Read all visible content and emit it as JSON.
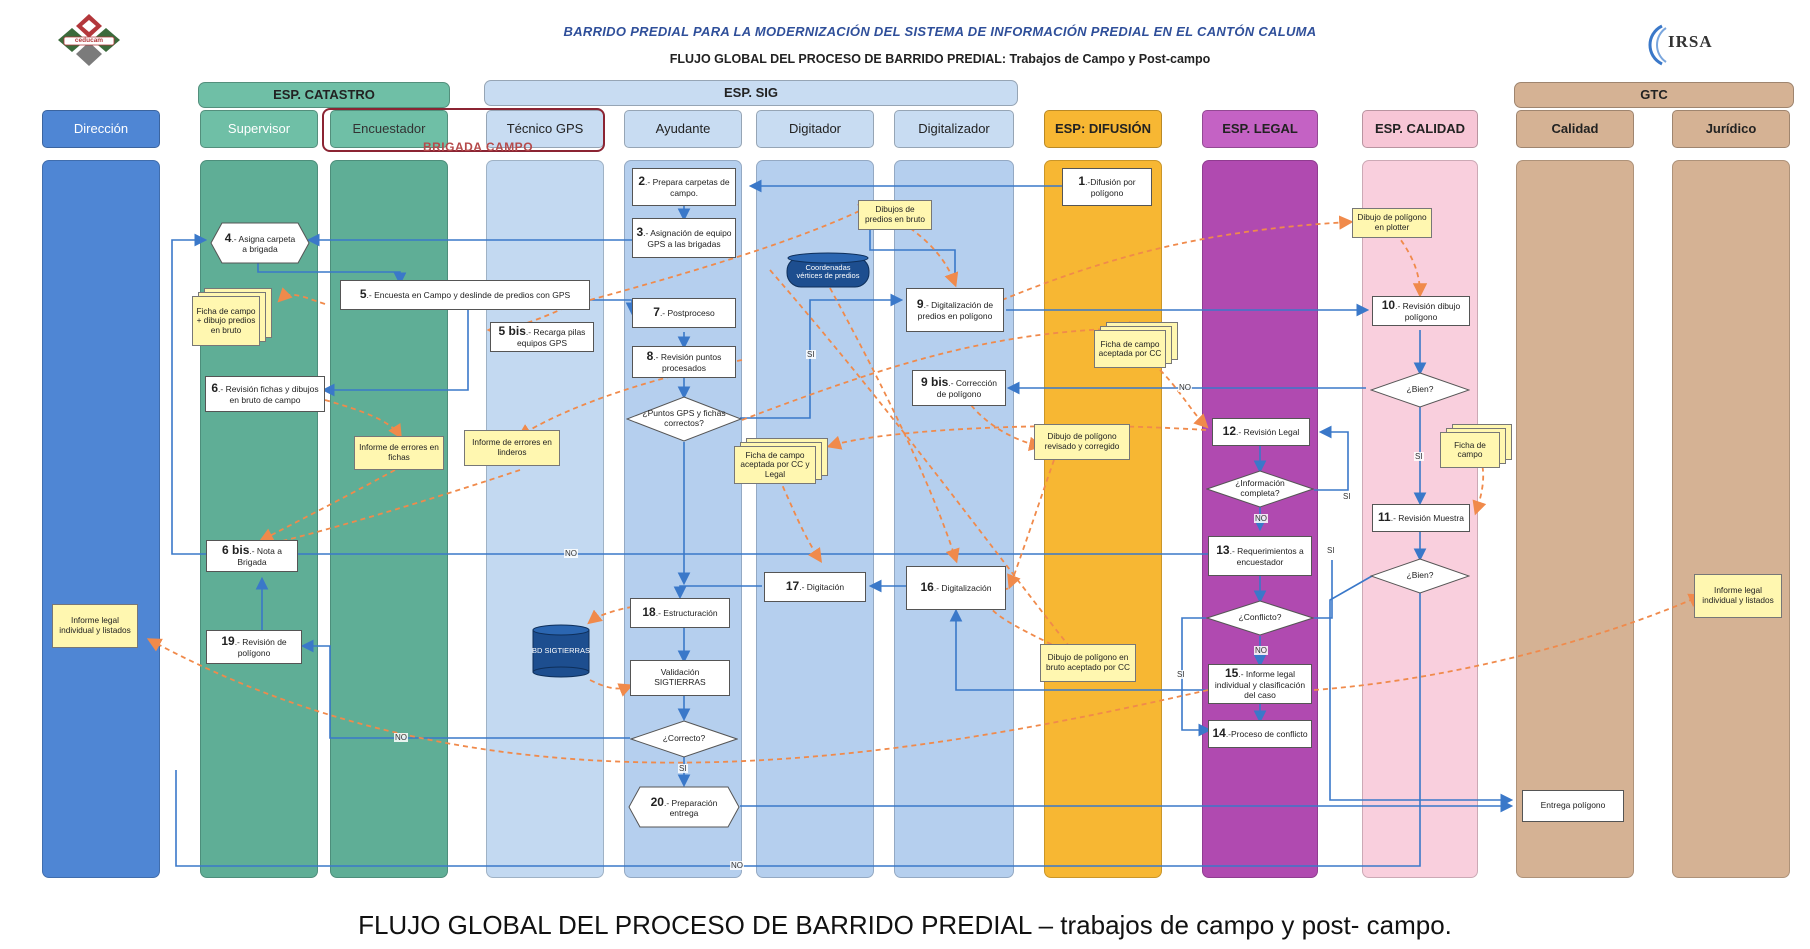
{
  "header": {
    "title_main": "BARRIDO PREDIAL PARA LA MODERNIZACIÓN DEL SISTEMA DE INFORMACIÓN PREDIAL EN EL CANTÓN CALUMA",
    "title_sub": "FLUJO GLOBAL DEL PROCESO DE BARRIDO PREDIAL: Trabajos de Campo y Post-campo",
    "logo_left_text": "ceducam",
    "logo_right_text": "IRSA"
  },
  "groups": {
    "catastro": "ESP. CATASTRO",
    "sig": "ESP. SIG",
    "gtc": "GTC"
  },
  "lanes": {
    "direccion": "Dirección",
    "supervisor": "Supervisor",
    "encuestador": "Encuestador",
    "tecnico_gps": "Técnico GPS",
    "ayudante": "Ayudante",
    "digitador": "Digitador",
    "digitalizador": "Digitalizador",
    "difusion": "ESP: DIFUSIÓN",
    "legal": "ESP. LEGAL",
    "esp_calidad": "ESP. CALIDAD",
    "calidad": "Calidad",
    "juridico": "Jurídico"
  },
  "brigada": "BRIGADA CAMPO",
  "steps": {
    "s1_num": "1",
    "s1": ".-Difusión por polígono",
    "s2_num": "2",
    "s2": ".- Prepara carpetas de campo.",
    "s3_num": "3",
    "s3": ".- Asignación de equipo GPS a las brigadas",
    "s4_num": "4",
    "s4": ".- Asigna carpeta a brigada",
    "s5_num": "5",
    "s5": ".- Encuesta en Campo y deslinde de predios con GPS",
    "s5b_num": "5 bis",
    "s5b": ".- Recarga pilas equipos GPS",
    "s6_num": "6",
    "s6": ".- Revisión fichas y dibujos en bruto de campo",
    "s6b_num": "6 bis",
    "s6b": ".- Nota a Brigada",
    "s7_num": "7",
    "s7": ".- Postproceso",
    "s8_num": "8",
    "s8": ".- Revisión puntos procesados",
    "s9_num": "9",
    "s9": ".- Digitalización de predios en polígono",
    "s9b_num": "9 bis",
    "s9b": ".- Corrección de polígono",
    "s10_num": "10",
    "s10": ".- Revisión dibujo polígono",
    "s11_num": "11",
    "s11": ".- Revisión Muestra",
    "s12_num": "12",
    "s12": ".- Revisión Legal",
    "s13_num": "13",
    "s13": ".- Requerimientos a encuestador",
    "s14_num": "14",
    "s14": ".-Proceso de conflicto",
    "s15_num": "15",
    "s15": ".- Informe legal individual y clasificación del caso",
    "s16_num": "16",
    "s16": ".- Digitalización",
    "s17_num": "17",
    "s17": ".- Digitación",
    "s18_num": "18",
    "s18": ".- Estructuración",
    "s19_num": "19",
    "s19": ".- Revisión de polígono",
    "s20_num": "20",
    "s20": ".- Preparación entrega",
    "validacion": "Validación SIGTIERRAS",
    "entrega": "Entrega polígono"
  },
  "decisions": {
    "gps_ok": "¿Puntos GPS y fichas correctos?",
    "bien1": "¿Bien?",
    "bien2": "¿Bien?",
    "info": "¿Información completa?",
    "conflicto": "¿Conflicto?",
    "correcto": "¿Correcto?"
  },
  "docs": {
    "ficha_dibujo": "Ficha de campo + dibujo predios en bruto",
    "informe_errores_fichas": "Informe de errores en fichas",
    "informe_errores_linderos": "Informe de errores en linderos",
    "dibujos_predios_bruto": "Dibujos de predios en bruto",
    "coordenadas": "Coordenadas vértices de predios",
    "ficha_cc": "Ficha de campo aceptada por CC",
    "ficha_cc_legal": "Ficha de campo aceptada por CC y Legal",
    "dibujo_revisado": "Dibujo de polígono revisado y corregido",
    "dibujo_bruto_cc": "Dibujo de polígono en bruto aceptado por CC",
    "dibujo_plotter": "Dibujo de polígono en plotter",
    "ficha_campo": "Ficha de campo",
    "informe_legal_izq": "Informe legal individual y listados",
    "informe_legal_der": "Informe legal individual y listados",
    "bd": "BD SIGTIERRAS"
  },
  "edge_labels": {
    "no_main": "NO",
    "no_bis": "NO",
    "no_19": "NO",
    "no_bottom": "NO",
    "si_gps": "SI",
    "si_bien": "SI",
    "si_correcto": "SI",
    "no_info": "NO",
    "si_info": "SI",
    "no_confl": "NO",
    "si_confl": "SI",
    "si_legal": "SI"
  },
  "caption": "FLUJO GLOBAL DEL PROCESO DE BARRIDO PREDIAL – trabajos de campo y post- campo.",
  "colors": {
    "flow_blue": "#3a78c9",
    "flow_orange": "#f08a4b",
    "direccion": "#4f86d4",
    "supervisor": "#5fae96",
    "sig": "#b9d3ef",
    "difusion": "#f7b733",
    "legal": "#b04ab0",
    "calidad_esp": "#f7c6d6",
    "gtc": "#d5b294",
    "note_yellow": "#fff7b0"
  }
}
